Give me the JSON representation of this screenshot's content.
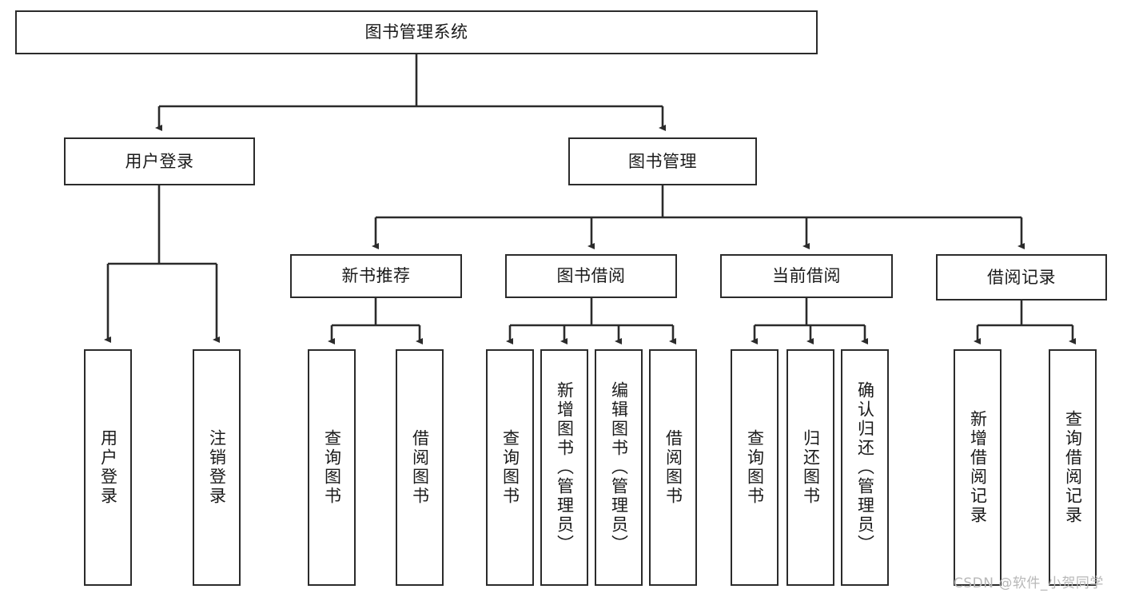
{
  "diagram": {
    "title": "图书管理系统",
    "type": "hierarchy-tree",
    "watermark": "CSDN @软件_小贺同学",
    "colors": {
      "stroke": "#2b2b2b",
      "fill": "#ffffff",
      "text": "#1a1a1a",
      "watermark": "#b8b8b8"
    },
    "nodes": {
      "root": {
        "label": "图书管理系统"
      },
      "level1": [
        {
          "label": "用户登录"
        },
        {
          "label": "图书管理"
        }
      ],
      "level2": [
        {
          "label": "新书推荐"
        },
        {
          "label": "图书借阅"
        },
        {
          "label": "当前借阅"
        },
        {
          "label": "借阅记录"
        }
      ],
      "leaves_user_login": [
        {
          "label": "用户登录"
        },
        {
          "label": "注销登录"
        }
      ],
      "leaves_new_book": [
        {
          "label": "查询图书"
        },
        {
          "label": "借阅图书"
        }
      ],
      "leaves_borrow": [
        {
          "label": "查询图书"
        },
        {
          "label": "新增图书（管理员）"
        },
        {
          "label": "编辑图书（管理员）"
        },
        {
          "label": "借阅图书"
        }
      ],
      "leaves_current": [
        {
          "label": "查询图书"
        },
        {
          "label": "归还图书"
        },
        {
          "label": "确认归还（管理员）"
        }
      ],
      "leaves_records": [
        {
          "label": "新增借阅记录"
        },
        {
          "label": "查询借阅记录"
        }
      ]
    }
  }
}
